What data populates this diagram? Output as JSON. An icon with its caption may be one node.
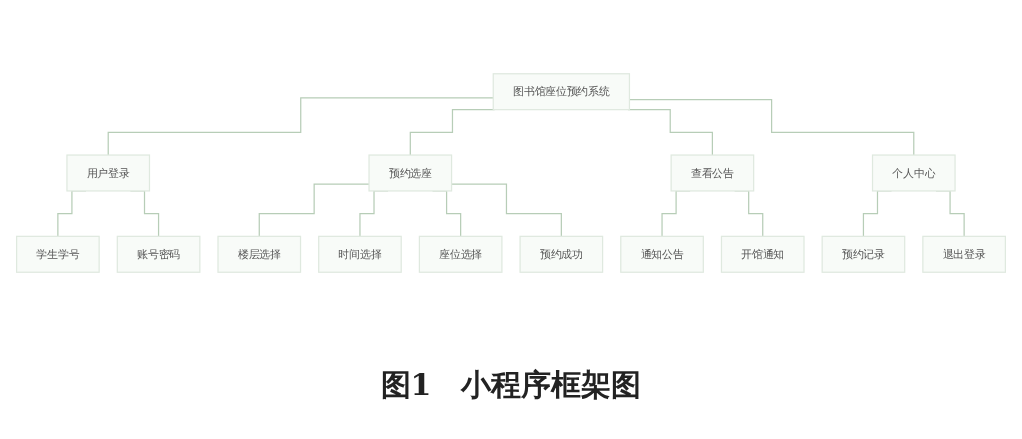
{
  "diagram": {
    "caption": "图1　小程序框架图",
    "nodes": [
      {
        "text": [
          "图书馆座位预约系统"
        ]
      },
      {
        "text": [
          "用户登录"
        ]
      },
      {
        "text": [
          "预约选座"
        ]
      },
      {
        "text": [
          "查看公告"
        ]
      },
      {
        "text": [
          "个人中心"
        ]
      },
      {
        "text": [
          "学生学号"
        ]
      },
      {
        "text": [
          "账号密码"
        ]
      },
      {
        "text": [
          "楼层选择"
        ]
      },
      {
        "text": [
          "时间选择"
        ]
      },
      {
        "text": [
          "座位选择"
        ]
      },
      {
        "text": [
          "预约成功"
        ]
      },
      {
        "text": [
          "通知公告"
        ]
      },
      {
        "text": [
          "开馆通知"
        ]
      },
      {
        "text": [
          "预约记录"
        ]
      },
      {
        "text": [
          "退出登录"
        ]
      }
    ],
    "edges": [
      {
        "from": 0,
        "to": 1,
        "arrow": "none"
      },
      {
        "from": 0,
        "to": 2,
        "arrow": "none"
      },
      {
        "from": 0,
        "to": 3,
        "arrow": "none"
      },
      {
        "from": 0,
        "to": 4,
        "arrow": "none"
      },
      {
        "from": 1,
        "to": 5,
        "arrow": "none"
      },
      {
        "from": 1,
        "to": 6,
        "arrow": "none"
      },
      {
        "from": 2,
        "to": 7,
        "arrow": "none"
      },
      {
        "from": 2,
        "to": 8,
        "arrow": "none"
      },
      {
        "from": 2,
        "to": 9,
        "arrow": "none"
      },
      {
        "from": 2,
        "to": 10,
        "arrow": "none"
      },
      {
        "from": 3,
        "to": 11,
        "arrow": "none"
      },
      {
        "from": 3,
        "to": 12,
        "arrow": "none"
      },
      {
        "from": 4,
        "to": 13,
        "arrow": "none"
      },
      {
        "from": 4,
        "to": 14,
        "arrow": "none"
      }
    ]
  }
}
